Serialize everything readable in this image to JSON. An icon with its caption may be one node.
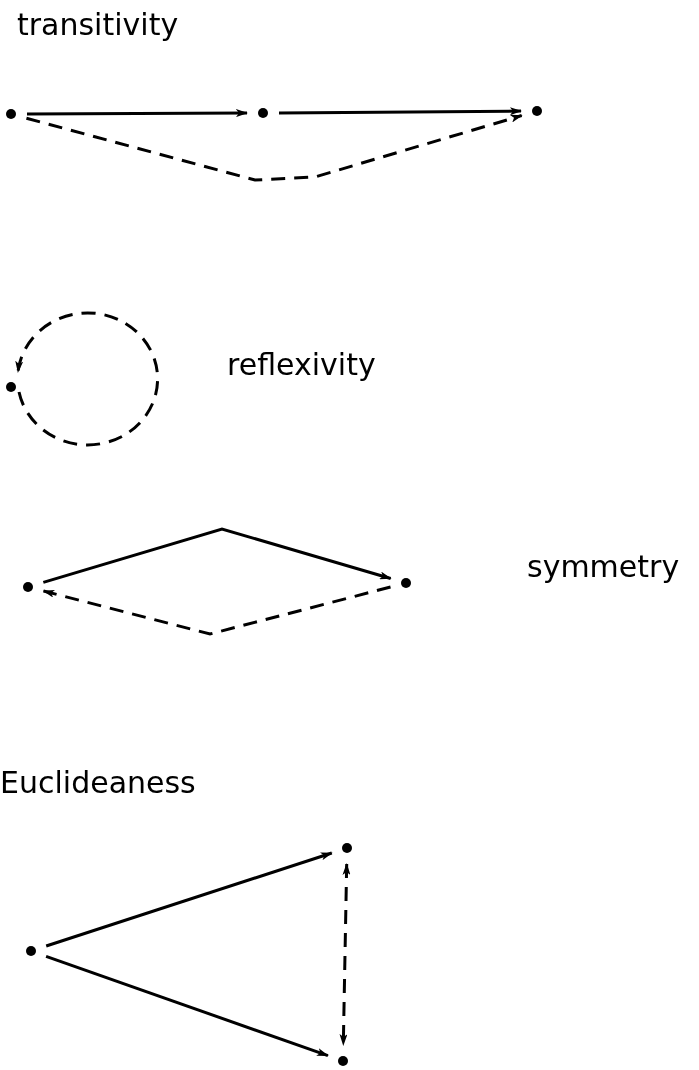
{
  "diagram": {
    "nodes": [
      {
        "text": [],
        "shape": "circle"
      },
      {
        "text": [],
        "shape": "circle"
      },
      {
        "text": [],
        "shape": "circle"
      },
      {
        "text": [],
        "shape": "circle"
      },
      {
        "text": [],
        "shape": "circle"
      },
      {
        "text": [],
        "shape": "circle"
      },
      {
        "text": [],
        "shape": "circle"
      },
      {
        "text": [],
        "shape": "circle"
      },
      {
        "text": [],
        "shape": "circle"
      }
    ],
    "edges": [
      {
        "from": 0,
        "to": 1,
        "arrow": "to"
      },
      {
        "from": 1,
        "to": 2,
        "arrow": "to"
      },
      {
        "from": 0,
        "to": 2,
        "arrow": "to",
        "style": "dashed"
      },
      {
        "from": 3,
        "to": 3,
        "arrow": "to",
        "style": "dashed"
      },
      {
        "from": 4,
        "to": 5,
        "arrow": "to"
      },
      {
        "from": 5,
        "to": 4,
        "arrow": "to",
        "style": "dashed"
      },
      {
        "from": 6,
        "to": 7,
        "arrow": "to"
      },
      {
        "from": 6,
        "to": 8,
        "arrow": "to"
      },
      {
        "from": 7,
        "to": 8,
        "arrow": "both",
        "style": "dashed"
      }
    ],
    "labels": [
      "transitivity",
      "reflexivity",
      "symmetry",
      "Euclideaness"
    ]
  }
}
